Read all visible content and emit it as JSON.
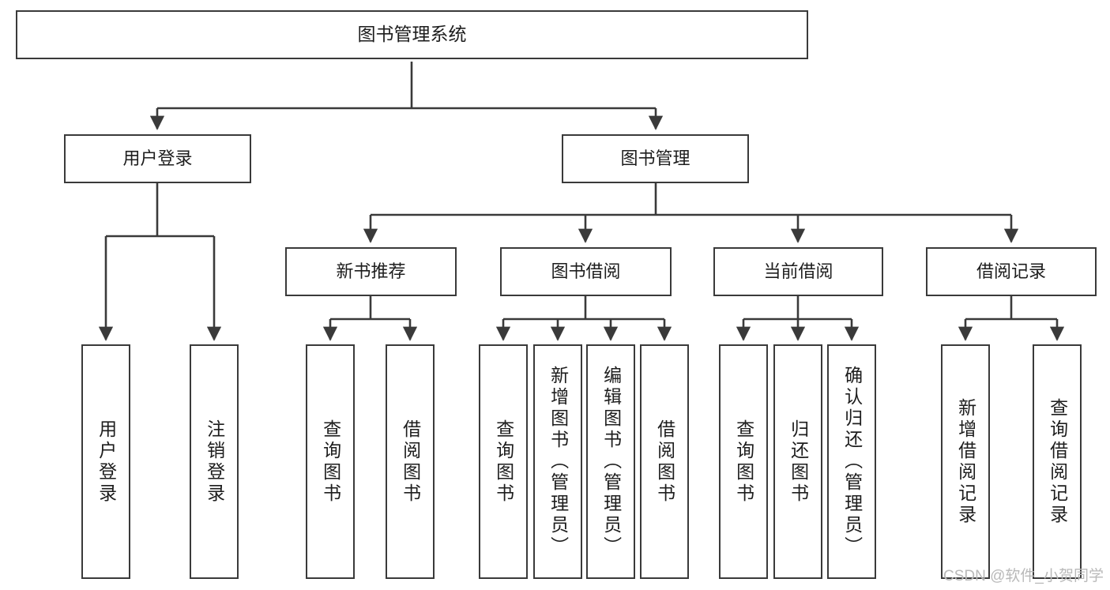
{
  "diagram": {
    "title": "图书管理系统",
    "type": "tree",
    "root": {
      "label": "图书管理系统"
    },
    "level1": [
      {
        "label": "用户登录"
      },
      {
        "label": "图书管理"
      }
    ],
    "level2": [
      {
        "label": "新书推荐"
      },
      {
        "label": "图书借阅"
      },
      {
        "label": "当前借阅"
      },
      {
        "label": "借阅记录"
      }
    ],
    "leaves": {
      "user_login": [
        {
          "label": "用户登录"
        },
        {
          "label": "注销登录"
        }
      ],
      "new_book_recommend": [
        {
          "label": "查询图书"
        },
        {
          "label": "借阅图书"
        }
      ],
      "book_borrow": [
        {
          "label": "查询图书"
        },
        {
          "label": "新增图书（管理员）"
        },
        {
          "label": "编辑图书（管理员）"
        },
        {
          "label": "借阅图书"
        }
      ],
      "current_borrow": [
        {
          "label": "查询图书"
        },
        {
          "label": "归还图书"
        },
        {
          "label": "确认归还（管理员）"
        }
      ],
      "borrow_record": [
        {
          "label": "新增借阅记录"
        },
        {
          "label": "查询借阅记录"
        }
      ]
    }
  },
  "watermark": {
    "text": "CSDN @软件_小贺同学"
  },
  "colors": {
    "border": "#3a3a3a",
    "text": "#1d1d1d",
    "background": "#ffffff",
    "watermark": "#b9b9b9"
  }
}
